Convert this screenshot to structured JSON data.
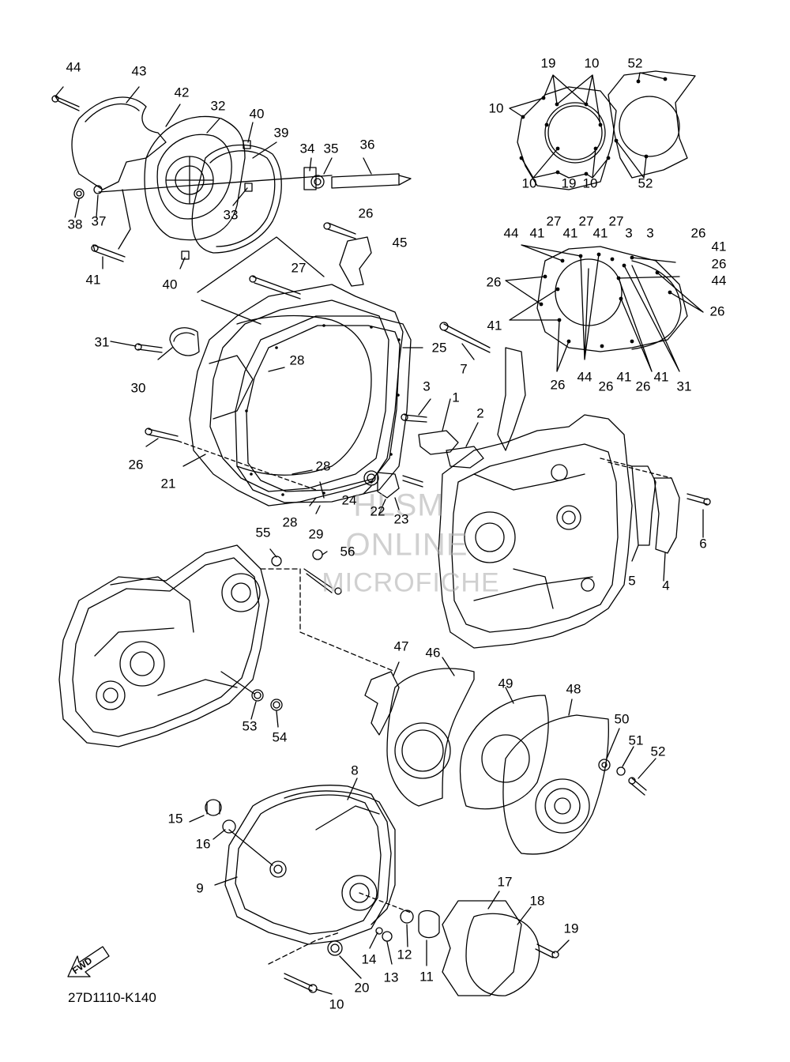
{
  "diagram": {
    "code": "27D1110-K140",
    "fwd_label": "FWD",
    "watermark": [
      "HLSM",
      "ONLINE",
      "MICROFICHE"
    ],
    "callouts": [
      {
        "text": "44"
      },
      {
        "text": "43"
      },
      {
        "text": "42"
      },
      {
        "text": "32"
      },
      {
        "text": "40"
      },
      {
        "text": "39"
      },
      {
        "text": "34"
      },
      {
        "text": "35"
      },
      {
        "text": "36"
      },
      {
        "text": "38"
      },
      {
        "text": "37"
      },
      {
        "text": "33"
      },
      {
        "text": "41"
      },
      {
        "text": "40"
      },
      {
        "text": "26"
      },
      {
        "text": "45"
      },
      {
        "text": "27"
      },
      {
        "text": "25"
      },
      {
        "text": "31"
      },
      {
        "text": "30"
      },
      {
        "text": "28"
      },
      {
        "text": "7"
      },
      {
        "text": "3"
      },
      {
        "text": "1"
      },
      {
        "text": "2"
      },
      {
        "text": "26"
      },
      {
        "text": "21"
      },
      {
        "text": "28"
      },
      {
        "text": "24"
      },
      {
        "text": "22"
      },
      {
        "text": "23"
      },
      {
        "text": "28"
      },
      {
        "text": "29"
      },
      {
        "text": "6"
      },
      {
        "text": "5"
      },
      {
        "text": "4"
      },
      {
        "text": "55"
      },
      {
        "text": "56"
      },
      {
        "text": "47"
      },
      {
        "text": "46"
      },
      {
        "text": "53"
      },
      {
        "text": "54"
      },
      {
        "text": "49"
      },
      {
        "text": "48"
      },
      {
        "text": "50"
      },
      {
        "text": "51"
      },
      {
        "text": "52"
      },
      {
        "text": "8"
      },
      {
        "text": "15"
      },
      {
        "text": "16"
      },
      {
        "text": "9"
      },
      {
        "text": "17"
      },
      {
        "text": "18"
      },
      {
        "text": "19"
      },
      {
        "text": "14"
      },
      {
        "text": "12"
      },
      {
        "text": "13"
      },
      {
        "text": "11"
      },
      {
        "text": "20"
      },
      {
        "text": "10"
      },
      {
        "text": "19"
      },
      {
        "text": "10"
      },
      {
        "text": "52"
      },
      {
        "text": "10"
      },
      {
        "text": "10"
      },
      {
        "text": "19"
      },
      {
        "text": "10"
      },
      {
        "text": "52"
      },
      {
        "text": "44"
      },
      {
        "text": "41"
      },
      {
        "text": "27"
      },
      {
        "text": "41"
      },
      {
        "text": "27"
      },
      {
        "text": "41"
      },
      {
        "text": "27"
      },
      {
        "text": "3"
      },
      {
        "text": "3"
      },
      {
        "text": "26"
      },
      {
        "text": "41"
      },
      {
        "text": "26"
      },
      {
        "text": "44"
      },
      {
        "text": "26"
      },
      {
        "text": "26"
      },
      {
        "text": "41"
      },
      {
        "text": "26"
      },
      {
        "text": "44"
      },
      {
        "text": "26"
      },
      {
        "text": "41"
      },
      {
        "text": "26"
      },
      {
        "text": "41"
      },
      {
        "text": "31"
      }
    ]
  }
}
